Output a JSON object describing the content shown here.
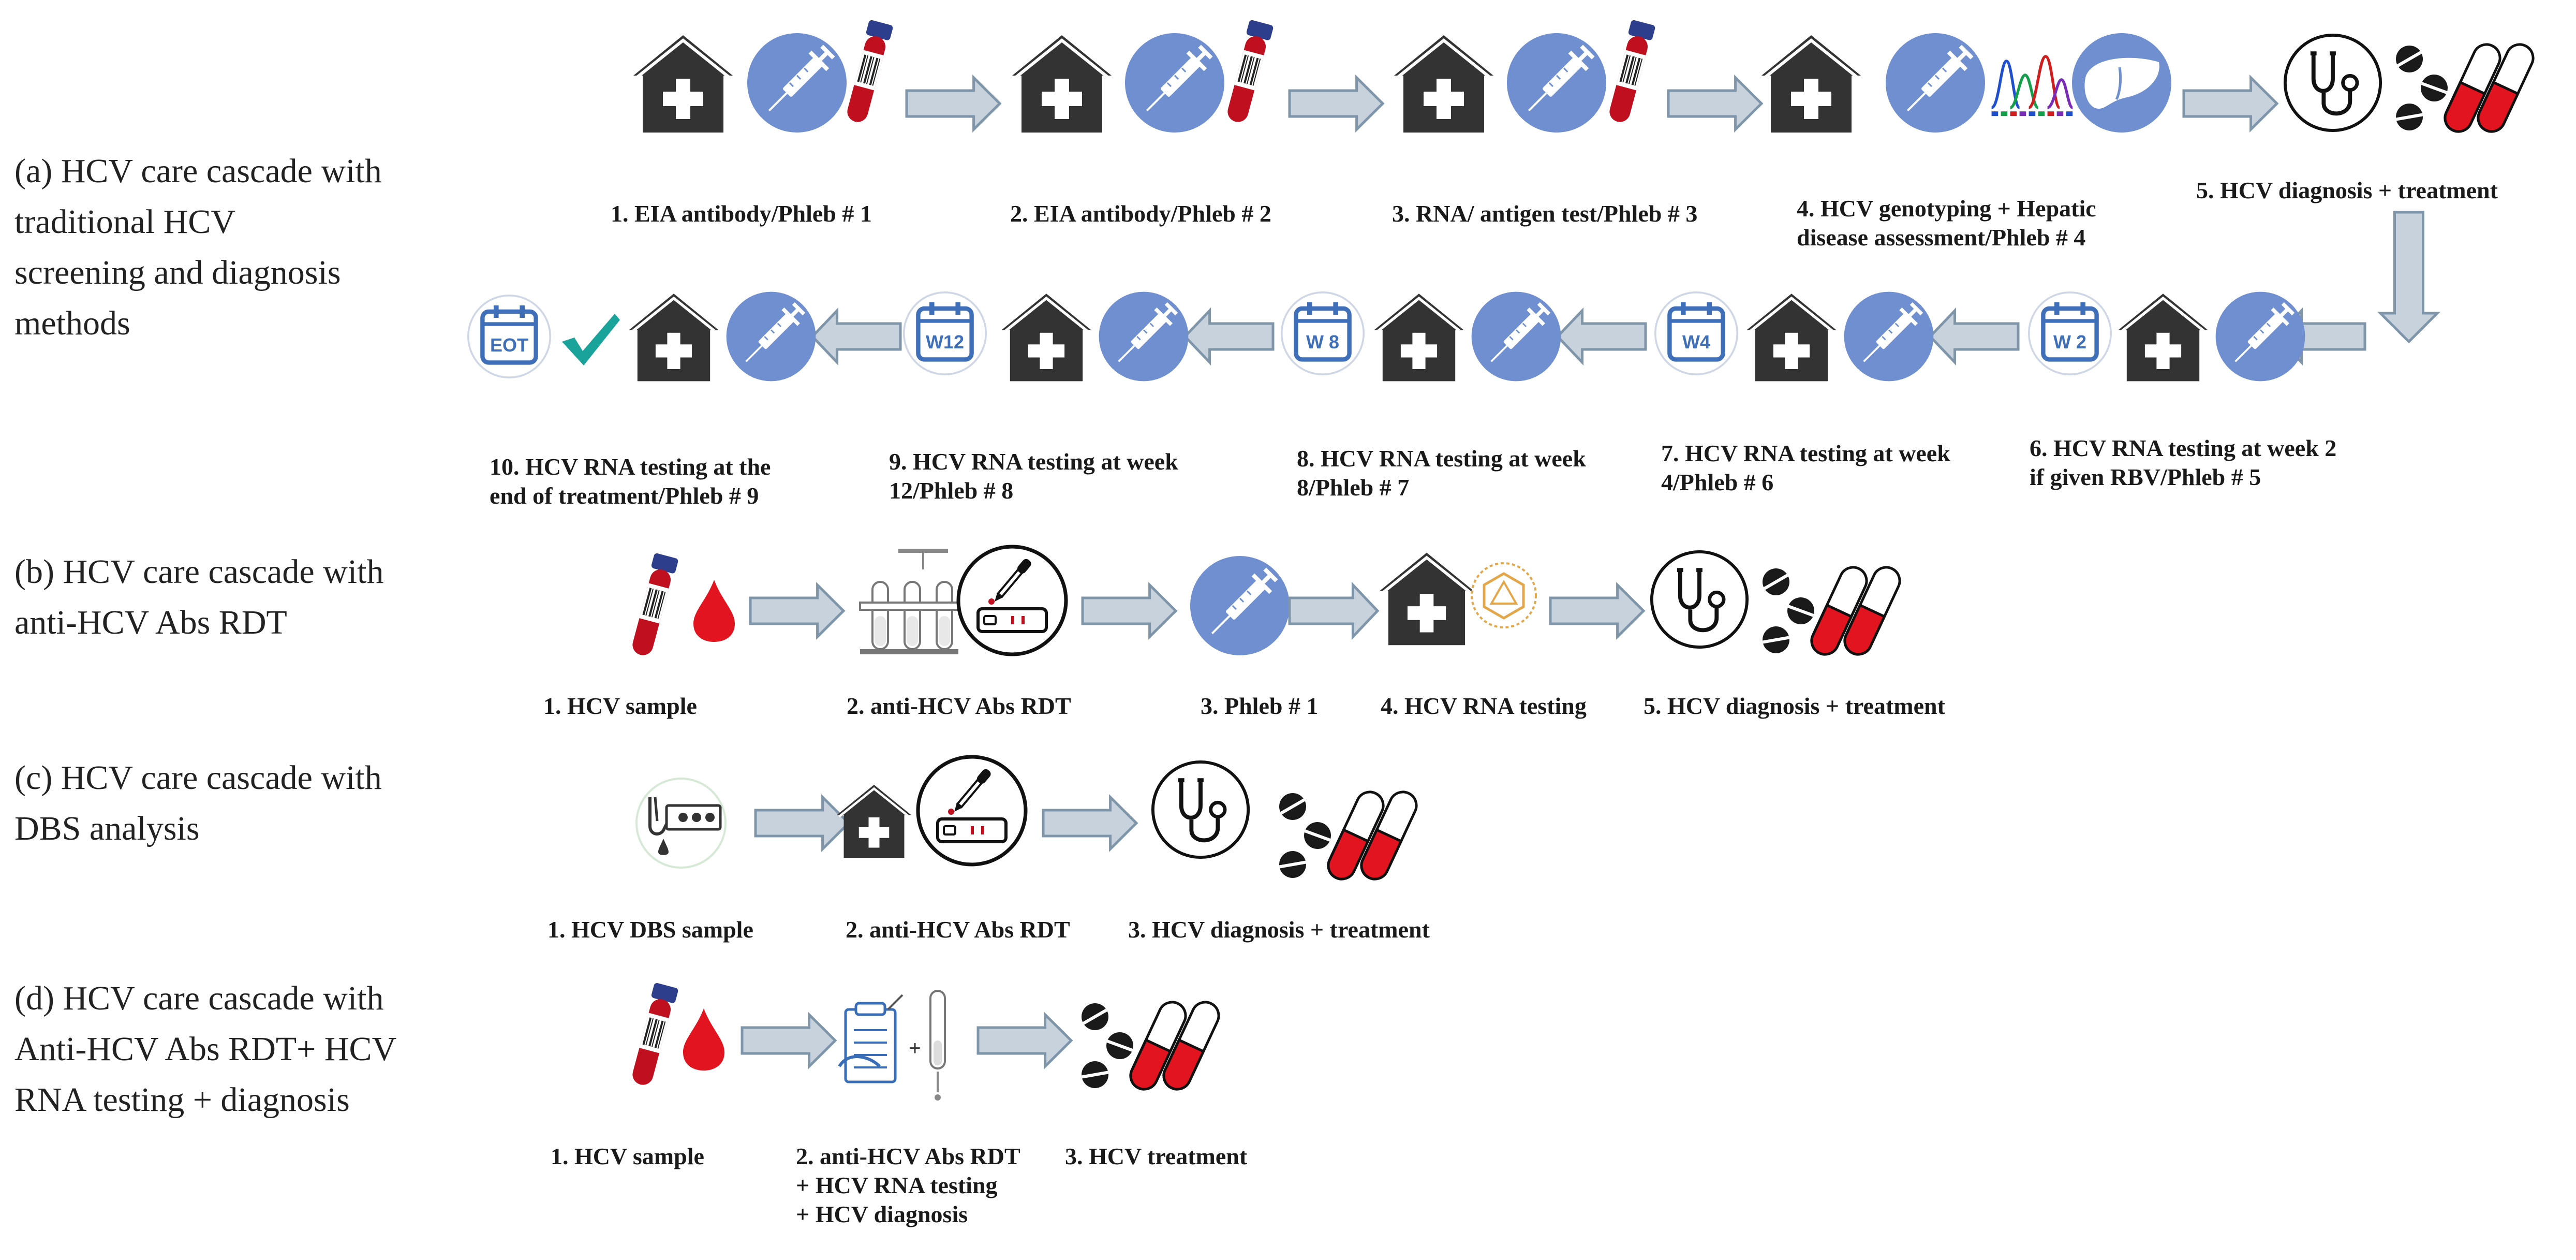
{
  "colors": {
    "house": "#333333",
    "syringe_circle": "#6f8fd0",
    "tube_red": "#c0101f",
    "capsule_red": "#e2141f",
    "arrow_fill": "#c7d2dd",
    "arrow_stroke": "#7f95aa",
    "check": "#1aa39a",
    "calendar": "#3f6fb8"
  },
  "panels": [
    {
      "id": "a",
      "title": "(a) HCV care cascade with\ntraditional HCV\nscreening and diagnosis\nmethods",
      "steps": [
        "1. EIA antibody/Phleb # 1",
        "2. EIA antibody/Phleb # 2",
        "3. RNA/ antigen test/Phleb # 3",
        "4. HCV genotyping + Hepatic\ndisease assessment/Phleb # 4",
        "5. HCV diagnosis + treatment",
        "6. HCV RNA testing at week 2\nif given RBV/Phleb # 5",
        "7. HCV RNA testing at week\n4/Phleb # 6",
        "8. HCV RNA testing at week\n8/Phleb # 7",
        "9. HCV RNA testing at week\n12/Phleb # 8",
        "10. HCV RNA testing at the\nend of treatment/Phleb # 9"
      ],
      "calendar_labels": [
        "W 2",
        "W4",
        "W 8",
        "W12",
        "EOT"
      ]
    },
    {
      "id": "b",
      "title": "(b) HCV care cascade with\nanti-HCV Abs RDT",
      "steps": [
        "1. HCV sample",
        "2. anti-HCV Abs RDT",
        "3. Phleb # 1",
        "4. HCV RNA testing",
        "5. HCV diagnosis + treatment"
      ]
    },
    {
      "id": "c",
      "title": "(c) HCV care cascade with\nDBS analysis",
      "steps": [
        "1. HCV DBS sample",
        "2. anti-HCV Abs RDT",
        "3. HCV diagnosis + treatment"
      ]
    },
    {
      "id": "d",
      "title": "(d) HCV care cascade with\nAnti-HCV Abs RDT+ HCV\nRNA testing + diagnosis",
      "steps": [
        "1. HCV  sample",
        "2. anti-HCV Abs RDT\n+ HCV RNA testing\n+ HCV diagnosis",
        "3. HCV treatment"
      ]
    }
  ]
}
